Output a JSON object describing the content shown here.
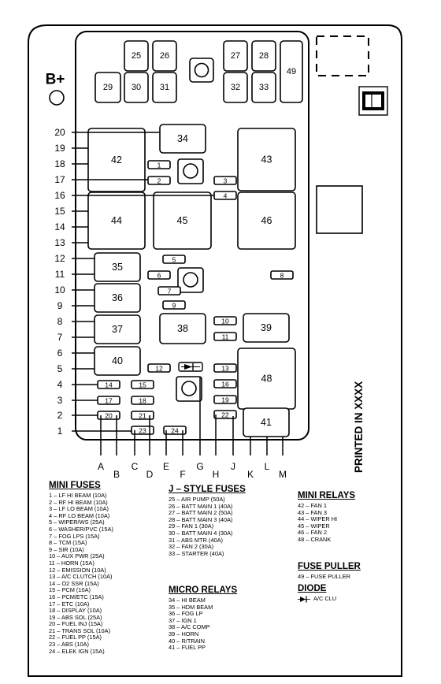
{
  "battery_label": "B+",
  "printed_text": "PRINTED IN XXXX",
  "relays": [
    {
      "id": "42",
      "label": "42"
    },
    {
      "id": "43",
      "label": "43"
    },
    {
      "id": "44",
      "label": "44"
    },
    {
      "id": "45",
      "label": "45"
    },
    {
      "id": "46",
      "label": "46"
    },
    {
      "id": "48",
      "label": "48"
    },
    {
      "id": "34",
      "label": "34"
    },
    {
      "id": "35",
      "label": "35"
    },
    {
      "id": "36",
      "label": "36"
    },
    {
      "id": "37",
      "label": "37"
    },
    {
      "id": "38",
      "label": "38"
    },
    {
      "id": "39",
      "label": "39"
    },
    {
      "id": "40",
      "label": "40"
    },
    {
      "id": "41",
      "label": "41"
    }
  ],
  "jfuses": [
    "25",
    "26",
    "27",
    "28",
    "29",
    "30",
    "31",
    "32",
    "33",
    "49"
  ],
  "mini_fuses": [
    "1",
    "2",
    "3",
    "4",
    "5",
    "6",
    "7",
    "8",
    "9",
    "10",
    "11",
    "12",
    "13",
    "14",
    "15",
    "16",
    "17",
    "18",
    "19",
    "20",
    "21",
    "22",
    "23",
    "24"
  ],
  "left_numbers": [
    "20",
    "19",
    "18",
    "17",
    "16",
    "15",
    "14",
    "13",
    "12",
    "11",
    "10",
    "9",
    "8",
    "7",
    "6",
    "5",
    "4",
    "3",
    "2",
    "1"
  ],
  "bottom_letters": [
    "A",
    "B",
    "C",
    "D",
    "E",
    "F",
    "G",
    "H",
    "J",
    "K",
    "L",
    "M"
  ],
  "legend": {
    "mini_fuses": {
      "title": "MINI FUSES",
      "items": [
        "1 – LF HI BEAM (10A)",
        "2 – RF HI BEAM (10A)",
        "3 – LF LO BEAM (10A)",
        "4 – RF LO BEAM (10A)",
        "5 – WIPER/WS (25A)",
        "6 – WASHER/PVC (15A)",
        "7 – FOG LPS (15A)",
        "8 – TCM (15A)",
        "9 – SIR (10A)",
        "10 – AUX PWR (25A)",
        "11 – HORN (15A)",
        "12 – EMISSION (10A)",
        "13 – A/C CLUTCH (10A)",
        "14 – O2 SSR (15A)",
        "15 – PCM (10A)",
        "16 – PCM/ETC (15A)",
        "17 – ETC (10A)",
        "18 – DISPLAY (10A)",
        "19 – ABS SOL (25A)",
        "20 – FUEL INJ (15A)",
        "21 – TRANS SOL (10A)",
        "22 – FUEL PP (15A)",
        "23 – ABS (10A)",
        "24 – ELEK IGN (15A)"
      ]
    },
    "j_style_fuses": {
      "title": "J – STYLE FUSES",
      "items": [
        "25 – AIR PUMP (50A)",
        "26 – BATT MAIN 1 (40A)",
        "27 – BATT MAIN 2 (50A)",
        "28 – BATT MAIN 3 (40A)",
        "29 – FAN 1 (30A)",
        "30 – BATT MAIN 4 (30A)",
        "31 – ABS MTR (40A)",
        "32 – FAN 2 (30A)",
        "33 – STARTER (40A)"
      ]
    },
    "micro_relays": {
      "title": "MICRO RELAYS",
      "items": [
        "34 – HI BEAM",
        "35 – HDM BEAM",
        "36 – FOG LP",
        "37 – IGN 1",
        "38 – A/C COMP",
        "39 – HORN",
        "40 – R/TRAIN",
        "41 – FUEL PP"
      ]
    },
    "mini_relays": {
      "title": "MINI RELAYS",
      "items": [
        "42 – FAN 1",
        "43 – FAN 3",
        "44 – WIPER HI",
        "45 – WIPER",
        "46 – FAN 2",
        "48 – CRANK"
      ]
    },
    "fuse_puller": {
      "title": "FUSE PULLER",
      "items": [
        "49 – FUSE PULLER"
      ]
    },
    "diode": {
      "title": "DIODE",
      "items": [
        "A/C CLU"
      ]
    }
  }
}
